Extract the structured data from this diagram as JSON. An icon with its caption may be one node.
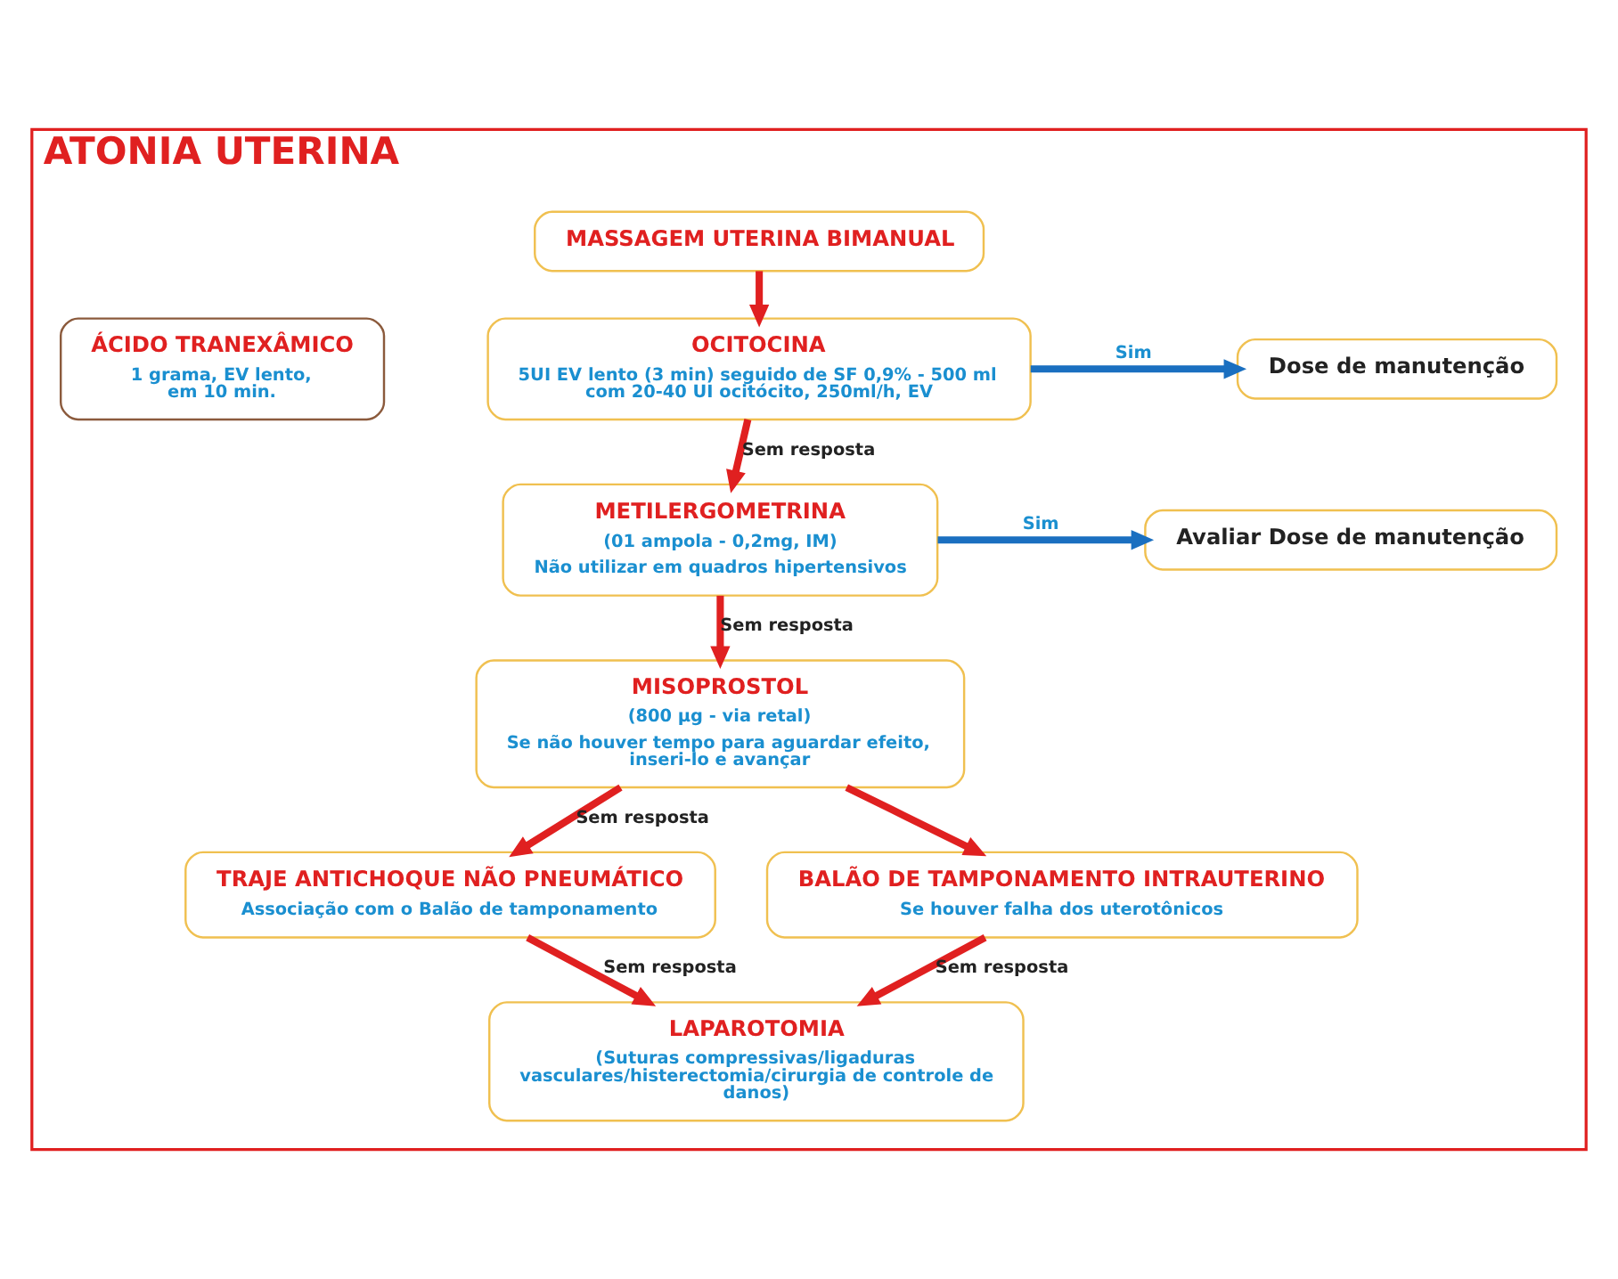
{
  "diagram": {
    "nodes": [
      {
        "text": [
          "ATONIA UTERINA"
        ]
      },
      {
        "text": [
          "ÁCIDO TRANEXÂMICO",
          "1 grama, EV lento, em 10 min."
        ],
        "in": 0
      },
      {
        "text": [
          "MASSAGEM UTERINA BIMANUAL"
        ],
        "in": 0
      },
      {
        "text": [
          "OCITOCINA",
          "5UI EV lento (3 min) seguido de SF 0,9% - 500 ml com 20-40 UI ocitócito, 250ml/h, EV"
        ],
        "in": 0
      },
      {
        "text": [
          "Dose de manutenção"
        ],
        "in": 0
      },
      {
        "text": [
          "METILERGOMETRINA",
          "(01 ampola - 0,2mg, IM)",
          "Não utilizar em quadros hipertensivos"
        ],
        "in": 0
      },
      {
        "text": [
          "Avaliar Dose de manutenção"
        ],
        "in": 0
      },
      {
        "text": [
          "MISOPROSTOL",
          "(800 µg - via retal)",
          "Se não houver tempo para aguardar efeito, inseri-lo e avançar"
        ],
        "in": 0
      },
      {
        "text": [
          "TRAJE ANTICHOQUE NÃO PNEUMÁTICO",
          "Associação com o Balão de tamponamento"
        ],
        "in": 0
      },
      {
        "text": [
          "BALÃO DE TAMPONAMENTO INTRAUTERINO",
          "Se houver falha dos uterotônicos"
        ],
        "in": 0
      },
      {
        "text": [
          "LAPAROTOMIA",
          "(Suturas compressivas/ligaduras vasculares/histerectomia/cirurgia de controle de danos)"
        ],
        "in": 0
      }
    ],
    "edges": [
      {
        "from": 2,
        "to": 3,
        "arrow": "to"
      },
      {
        "from": 3,
        "to": 4,
        "arrow": "to",
        "label": "Sim",
        "color": "#1a6fc0"
      },
      {
        "from": 3,
        "to": 5,
        "arrow": "to",
        "label": "Sem resposta"
      },
      {
        "from": 5,
        "to": 6,
        "arrow": "to",
        "label": "Sim",
        "color": "#1a6fc0"
      },
      {
        "from": 5,
        "to": 7,
        "arrow": "to",
        "label": "Sem resposta"
      },
      {
        "from": 7,
        "to": 8,
        "arrow": "to",
        "label": "Sem resposta"
      },
      {
        "from": 7,
        "to": 9,
        "arrow": "to"
      },
      {
        "from": 8,
        "to": 10,
        "arrow": "to",
        "label": "Sem resposta"
      },
      {
        "from": 9,
        "to": 10,
        "arrow": "to",
        "label": "Sem resposta"
      }
    ]
  }
}
